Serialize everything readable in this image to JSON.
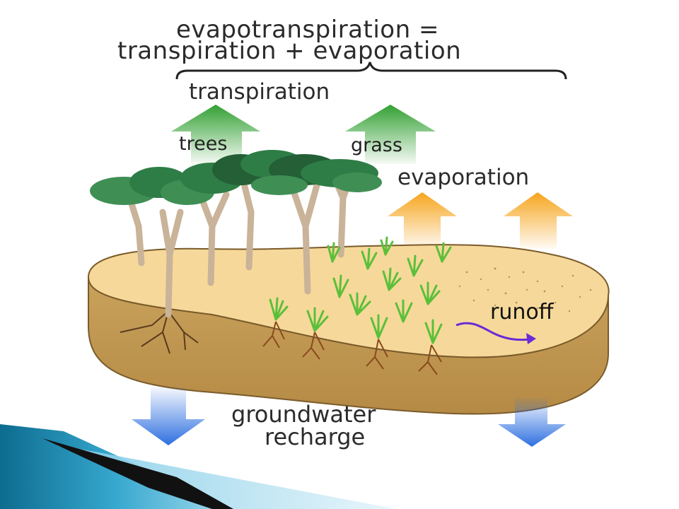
{
  "title": {
    "line1": "evapotranspiration =",
    "line2": "transpiration + evaporation"
  },
  "labels": {
    "transpiration": "transpiration",
    "trees": "trees",
    "grass": "grass",
    "evaporation": "evaporation",
    "runoff": "runoff",
    "groundwater_line1": "groundwater",
    "groundwater_line2": "recharge"
  },
  "colors": {
    "transpiration_arrow": "#3aa83a",
    "evaporation_arrow": "#f5a623",
    "groundwater_arrow": "#2f6fe0",
    "runoff_arrow": "#6a2bd8",
    "soil_top": "#f6d99a",
    "soil_side": "#c8a25e",
    "slide_accent": "#1e8fb0"
  }
}
